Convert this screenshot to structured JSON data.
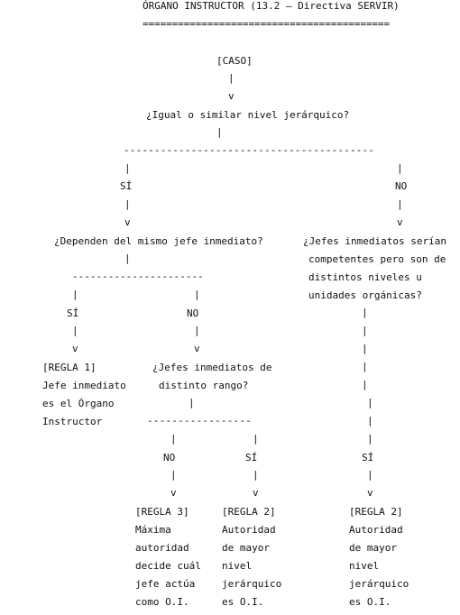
{
  "title": "ÓRGANO INSTRUCTOR (13.2 – Directiva SERVIR)",
  "title_rule": "==========================================",
  "root": "[CASO]",
  "q1": "¿Igual o similar nivel jerárquico?",
  "dash_long": "-----------------------------------------",
  "dash_mid": "----------------------",
  "dash_short": "-----------------",
  "pipe": "|",
  "arrow": "v",
  "yes": "SÍ",
  "no": "NO",
  "q2": "¿Dependen del mismo jefe inmediato?",
  "q3": {
    "line1": "¿Jefes inmediatos serían",
    "line2": "competentes pero son de",
    "line3": "distintos niveles u",
    "line4": "unidades orgánicas?"
  },
  "q4": {
    "line1": "¿Jefes inmediatos de",
    "line2": "distinto rango?"
  },
  "rule1": {
    "line1": "[REGLA 1]",
    "line2": "Jefe inmediato",
    "line3": "es el Órgano",
    "line4": "Instructor"
  },
  "rule3": {
    "line1": "[REGLA 3]",
    "line2": "Máxima",
    "line3": "autoridad",
    "line4": "decide cuál",
    "line5": "jefe actúa",
    "line6": "como O.I."
  },
  "rule2": {
    "line1": "[REGLA 2]",
    "line2": "Autoridad",
    "line3": "de mayor",
    "line4": "nivel",
    "line5": "jerárquico",
    "line6": "es O.I."
  }
}
